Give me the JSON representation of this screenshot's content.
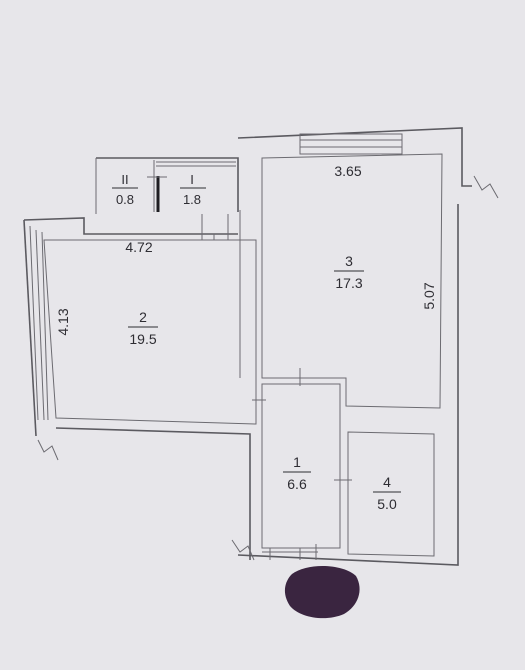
{
  "rooms": [
    {
      "number": "1",
      "area": "6.6"
    },
    {
      "number": "2",
      "area": "19.5"
    },
    {
      "number": "3",
      "area": "17.3"
    },
    {
      "number": "4",
      "area": "5.0"
    },
    {
      "number": "I",
      "area": "1.8"
    },
    {
      "number": "II",
      "area": "0.8"
    }
  ],
  "dimensions": {
    "room2_width": "4.72",
    "room2_depth": "4.13",
    "room3_width": "3.65",
    "room3_depth": "5.07"
  },
  "colors": {
    "background": "#e7e6ea",
    "walls": "#5b5a60",
    "stamp": "#3a2540"
  }
}
